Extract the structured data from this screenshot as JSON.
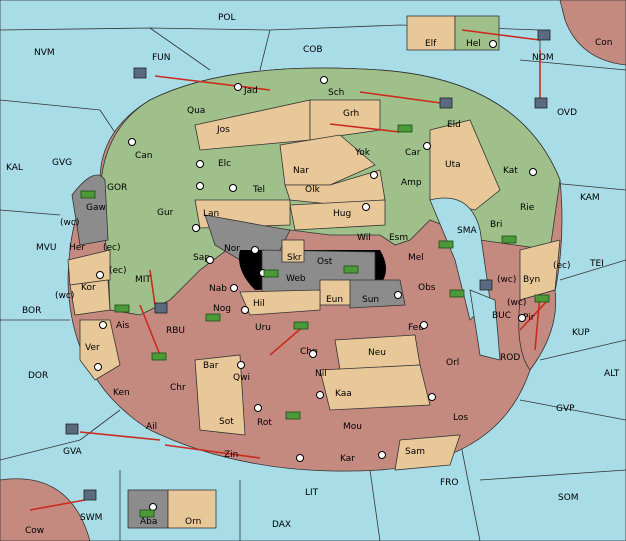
{
  "map_title": "",
  "colors": {
    "sea": "#a8dde8",
    "green_power": "#9fc08a",
    "tan_neutral": "#e8c898",
    "red_power": "#c48a80",
    "gray_power": "#8c8c8c",
    "arrow": "#cc2a1e"
  },
  "sea_labels": [
    "POL",
    "NVM",
    "FUN",
    "COB",
    "KAL",
    "GVG",
    "GOR",
    "MVU",
    "MIT",
    "BOR",
    "RBU",
    "DOR",
    "GVA",
    "SWM",
    "LIT",
    "DAX",
    "FRO",
    "SOM",
    "GVP",
    "ALT",
    "KUP",
    "TEI",
    "KAM",
    "SMA",
    "BUC",
    "ROD",
    "NOM",
    "OVD",
    "Con",
    "Cow"
  ],
  "land_labels": [
    "Jad",
    "Qua",
    "Sch",
    "Jos",
    "Grh",
    "Eld",
    "Can",
    "Yok",
    "Car",
    "Elc",
    "Nar",
    "Amp",
    "Uta",
    "Kat",
    "Tel",
    "Olk",
    "Gur",
    "Lan",
    "Hug",
    "Rie",
    "Bri",
    "Gaw",
    "Wil",
    "Esm",
    "Nor",
    "Skr",
    "Ost",
    "Mel",
    "Sap",
    "Web",
    "Byn",
    "Her",
    "Kor",
    "Nab",
    "Eun",
    "Sun",
    "Obs",
    "Hil",
    "Nog",
    "Ais",
    "Pir",
    "Uru",
    "Feu",
    "Ver",
    "Chp",
    "Neu",
    "Orl",
    "Bar",
    "Qwi",
    "Nil",
    "Ken",
    "Chr",
    "Kaa",
    "Los",
    "Ail",
    "Sot",
    "Rot",
    "Mou",
    "Zin",
    "Kar",
    "Sam",
    "Elf",
    "Hel",
    "Aba",
    "Orn"
  ],
  "unit_icons": [
    "fleet-icon",
    "army-icon"
  ],
  "coast_notes": [
    "(wc)",
    "(ec)"
  ]
}
